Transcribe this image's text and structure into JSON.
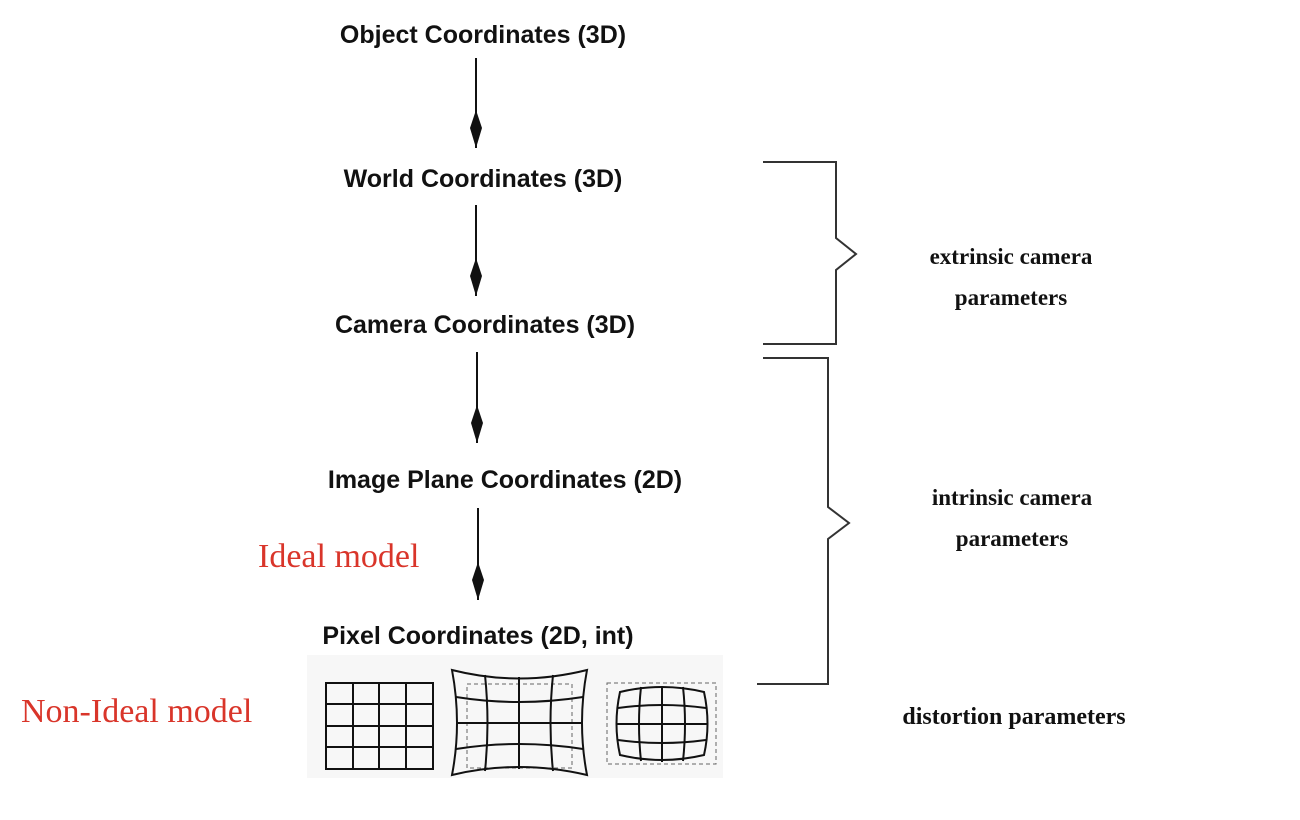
{
  "nodes": [
    {
      "label": "Object Coordinates (3D)"
    },
    {
      "label": "World Coordinates (3D)"
    },
    {
      "label": "Camera Coordinates (3D)"
    },
    {
      "label": "Image Plane Coordinates (2D)"
    },
    {
      "label": "Pixel Coordinates (2D, int)"
    }
  ],
  "brackets": {
    "extrinsic": {
      "line1": "extrinsic camera",
      "line2": "parameters"
    },
    "intrinsic": {
      "line1": "intrinsic camera",
      "line2": "parameters"
    }
  },
  "distortion_label": "distortion parameters",
  "ideal_model_label": "Ideal model",
  "non_ideal_model_label": "Non-Ideal model",
  "colors": {
    "text": "#111111",
    "accent_red": "#d9352a",
    "line": "#111111",
    "panel_bg": "#f7f7f7"
  },
  "distortion_examples": [
    "no-distortion-grid-icon",
    "pincushion-distortion-grid-icon",
    "barrel-distortion-grid-icon"
  ]
}
